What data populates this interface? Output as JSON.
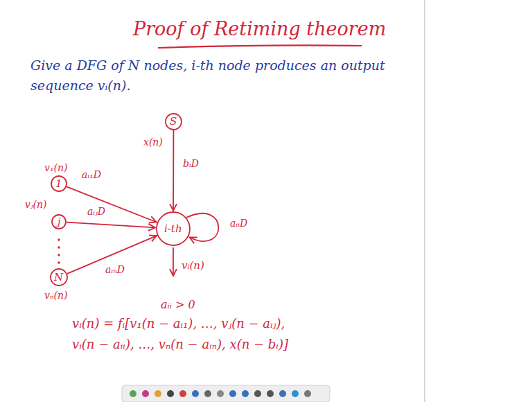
{
  "diagram": {
    "title": "Proof of Retiming theorem",
    "nodes": [
      {
        "text": [
          "S"
        ]
      },
      {
        "text": [
          "1"
        ]
      },
      {
        "text": [
          "j"
        ]
      },
      {
        "text": [
          "i-th"
        ]
      },
      {
        "text": [
          "N"
        ]
      }
    ],
    "edges": [
      {
        "from": 0,
        "to": 3,
        "arrow": "to",
        "label": "bᵢD"
      },
      {
        "from": 1,
        "to": 3,
        "arrow": "to",
        "label": "aᵢ₁D"
      },
      {
        "from": 2,
        "to": 3,
        "arrow": "to",
        "label": "aᵢⱼD"
      },
      {
        "from": 3,
        "to": 3,
        "arrow": "to",
        "label": "aᵢᵢD"
      },
      {
        "from": 4,
        "to": 3,
        "arrow": "to",
        "label": "aᵢₙD"
      }
    ],
    "labels": [
      "Give a DFG of N nodes, i-th node produces an output sequence vᵢ(n).",
      "x(n)",
      "v₁(n)",
      "vⱼ(n)",
      "vₙ(n)",
      "vᵢ(n)",
      "aᵢᵢ > 0",
      "vᵢ(n) = fᵢ[v₁(n − aᵢ₁), …, vⱼ(n − aᵢⱼ),",
      "vᵢ(n − aᵢᵢ), …, vₙ(n − aᵢₙ), x(n − bᵢ)]"
    ]
  }
}
